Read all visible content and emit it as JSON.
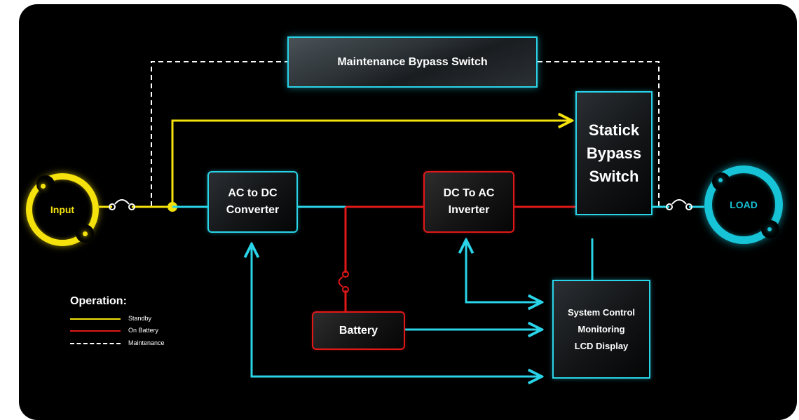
{
  "diagram": {
    "components": {
      "maintenance_bypass": "Maintenance Bypass Switch",
      "static_bypass": "Statick\nBypass\nSwitch",
      "rectifier": "AC to DC\nConverter",
      "inverter": "DC To AC\nInverter",
      "battery": "Battery",
      "control": "System Control\nMonitoring\nLCD Display"
    },
    "terminals": {
      "input": "Input",
      "load": "LOAD"
    },
    "legend": {
      "title": "Operation:",
      "items": [
        {
          "label": "Standby",
          "style": "solid",
          "color": "#f5e20c"
        },
        {
          "label": "On Battery",
          "style": "solid",
          "color": "#e01818"
        },
        {
          "label": "Maintenance",
          "style": "dashed",
          "color": "#ffffff"
        }
      ]
    },
    "colors": {
      "standby": "#f5e20c",
      "on_battery": "#e01818",
      "maintenance": "#ffffff",
      "signal": "#2ad4e8",
      "background": "#000000"
    }
  }
}
